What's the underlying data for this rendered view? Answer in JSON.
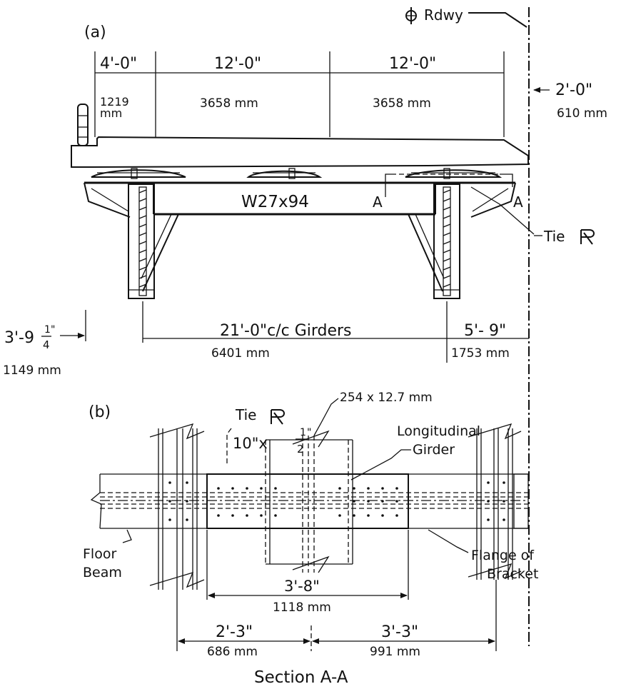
{
  "part_a": {
    "label": "(a)",
    "centerline_label": "Rdwy",
    "dims_top": [
      {
        "ft": "4'-0\"",
        "mm": "1219\nmm"
      },
      {
        "ft": "12'-0\"",
        "mm": "3658 mm"
      },
      {
        "ft": "12'-0\"",
        "mm": "3658 mm"
      }
    ],
    "dim_right_ft": "2'-0\"",
    "dim_right_mm": "610 mm",
    "beam_label": "W27x94",
    "section_mark": "A",
    "tie_plate_label": "Tie",
    "dim_left_ft": "3'-9",
    "dim_left_frac_num": "1",
    "dim_left_frac_den": "4",
    "dim_left_inch": "\"",
    "dim_left_mm": "1149 mm",
    "dim_girders_ft": "21'-0\"c/c Girders",
    "dim_girders_mm": "6401 mm",
    "dim_overhang_ft": "5'- 9\"",
    "dim_overhang_mm": "1753 mm"
  },
  "part_b": {
    "label": "(b)",
    "tie_plate_label": "Tie",
    "plate_size_metric": "254 x 12.7 mm",
    "plate_size_ft": "10\"x",
    "plate_frac_num": "1",
    "plate_frac_den": "2",
    "plate_inch": "\"",
    "longitudinal_girder_1": "Longitudinal",
    "longitudinal_girder_2": "Girder",
    "floor_beam_1": "Floor",
    "floor_beam_2": "Beam",
    "flange_1": "Flange of",
    "flange_2": "Bracket",
    "dim_plate_ft": "3'-8\"",
    "dim_plate_mm": "1118 mm",
    "dim_left_ft": "2'-3\"",
    "dim_left_mm": "686 mm",
    "dim_right_ft": "3'-3\"",
    "dim_right_mm": "991 mm",
    "title": "Section A-A"
  }
}
